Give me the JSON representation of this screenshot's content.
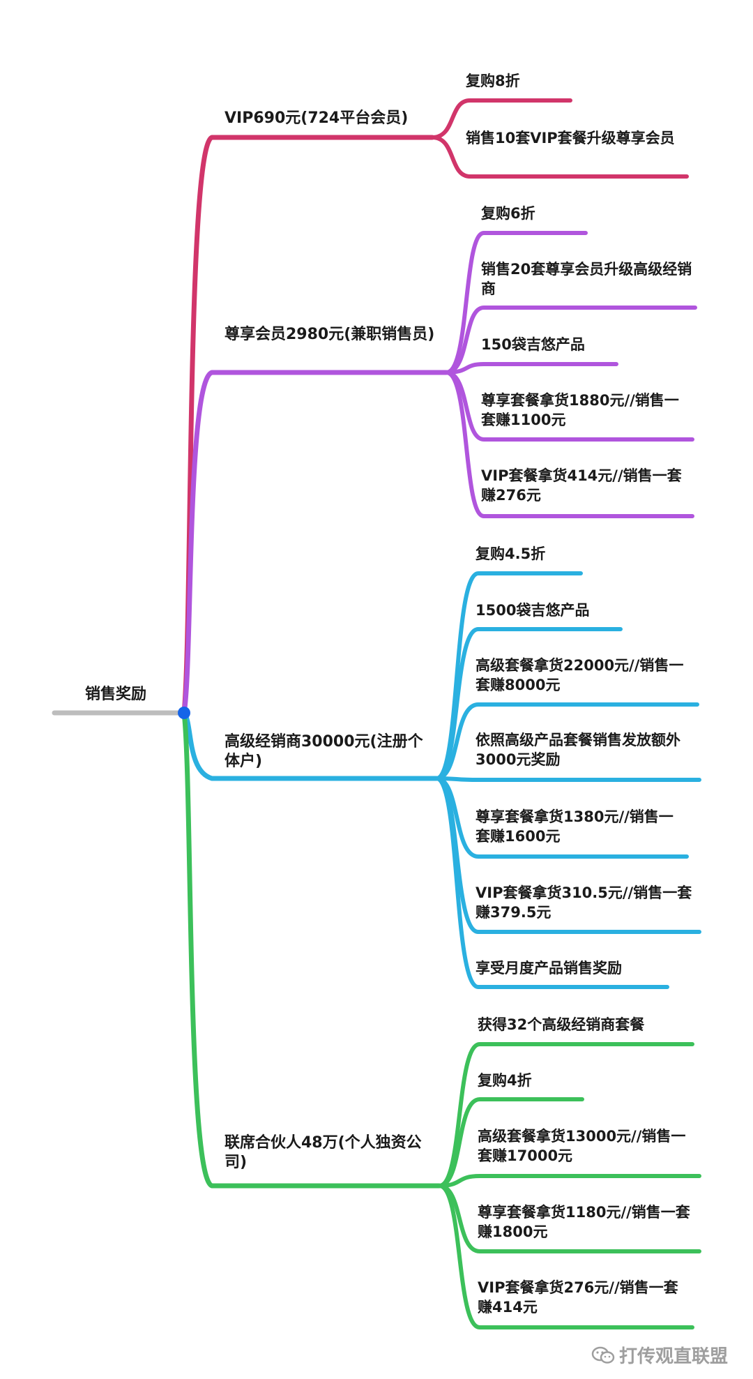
{
  "root": {
    "label": "销售奖励"
  },
  "colors": {
    "root_line": "#bdbdbd",
    "root_dot": "#1565e8",
    "branch_1": "#d1356a",
    "branch_2": "#b055dd",
    "branch_3": "#2ab0e0",
    "branch_4": "#3cc05a"
  },
  "branches": [
    {
      "label": "VIP690元(724平台会员)",
      "items": [
        "复购8折",
        "销售10套VIP套餐升级尊享会员"
      ]
    },
    {
      "label": "尊享会员2980元(兼职销售员)",
      "items": [
        "复购6折",
        "销售20套尊享会员升级高级经销商",
        "150袋吉悠产品",
        "尊享套餐拿货1880元//销售一套赚1100元",
        "VIP套餐拿货414元//销售一套赚276元"
      ]
    },
    {
      "label": "高级经销商30000元(注册个体户)",
      "items": [
        "复购4.5折",
        "1500袋吉悠产品",
        "高级套餐拿货22000元//销售一套赚8000元",
        "依照高级产品套餐销售发放额外3000元奖励",
        "尊享套餐拿货1380元//销售一套赚1600元",
        "VIP套餐拿货310.5元//销售一套赚379.5元",
        "享受月度产品销售奖励"
      ]
    },
    {
      "label": "联席合伙人48万(个人独资公司)",
      "items": [
        "获得32个高级经销商套餐",
        "复购4折",
        "高级套餐拿货13000元//销售一套赚17000元",
        "尊享套餐拿货1180元//销售一套赚1800元",
        "VIP套餐拿货276元//销售一套赚414元"
      ]
    }
  ],
  "watermark": {
    "text": "打传观直联盟",
    "icon": "wechat-icon"
  }
}
